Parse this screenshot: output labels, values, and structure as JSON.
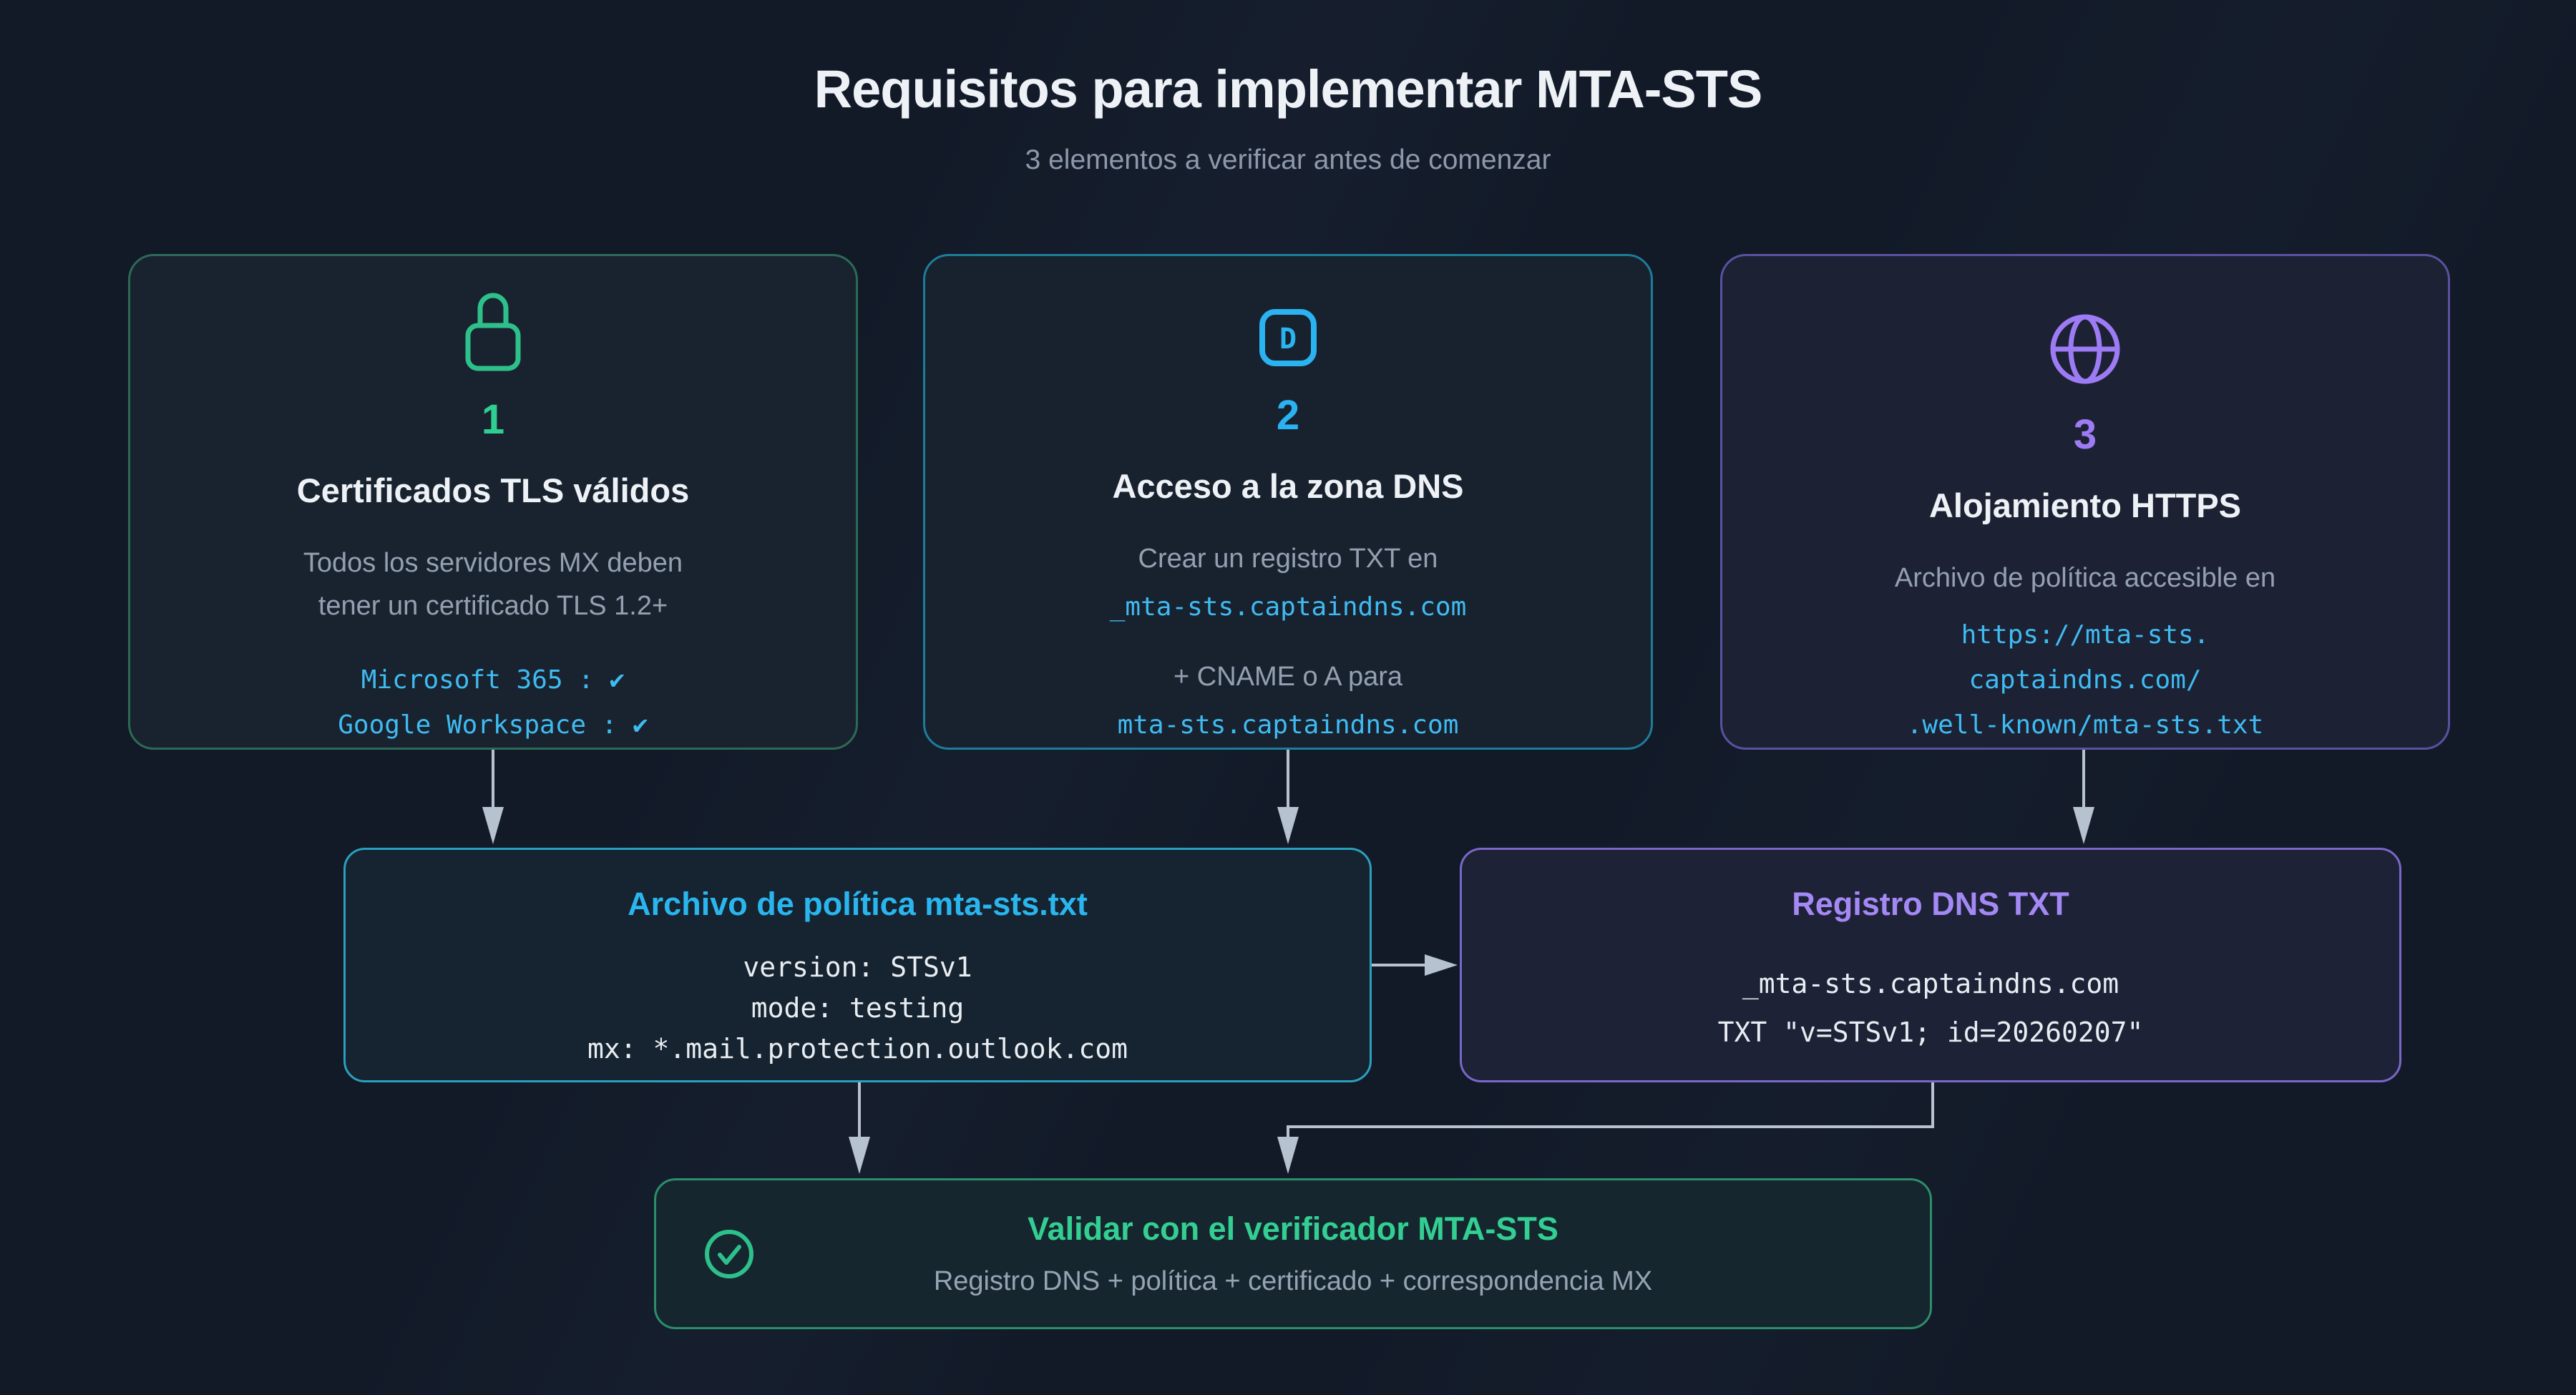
{
  "page": {
    "title": "Requisitos para implementar MTA-STS",
    "subtitle": "3 elementos a verificar antes de comenzar"
  },
  "colors": {
    "background": "#121a28",
    "green": "#2ec08b",
    "cyan": "#2ab3f0",
    "cyan_link": "#3fbbf2",
    "purple": "#9d7bf5",
    "text_white": "#eef2f6",
    "text_gray": "#94a0b2",
    "arrow_gray": "#b6c2d0"
  },
  "cards": [
    {
      "icon": "lock-icon",
      "number": "1",
      "title": "Certificados TLS válidos",
      "body_line1": "Todos los servidores MX deben",
      "body_line2": "tener un certificado TLS 1.2+",
      "mono_line1": "Microsoft 365 : ✔",
      "mono_line2": "Google Workspace : ✔"
    },
    {
      "icon": "dns-icon",
      "icon_letter": "D",
      "number": "2",
      "title": "Acceso a la zona DNS",
      "body_line1": "Crear un registro TXT en",
      "mono_line1": "_mta-sts.captaindns.com",
      "body_line2": "+ CNAME o A para",
      "mono_line2": "mta-sts.captaindns.com"
    },
    {
      "icon": "globe-icon",
      "number": "3",
      "title": "Alojamiento HTTPS",
      "body_line1": "Archivo de política accesible en",
      "mono_line1": "https://mta-sts.",
      "mono_line2": "captaindns.com/",
      "mono_line3": ".well-known/mta-sts.txt"
    }
  ],
  "policy_box": {
    "title": "Archivo de política mta-sts.txt",
    "lines": [
      "version: STSv1",
      "mode: testing",
      "mx: *.mail.protection.outlook.com"
    ]
  },
  "dns_box": {
    "title": "Registro DNS TXT",
    "lines": [
      "_mta-sts.captaindns.com",
      "TXT \"v=STSv1; id=20260207\""
    ]
  },
  "validate_box": {
    "icon": "check-circle-icon",
    "title": "Validar con el verificador MTA-STS",
    "subtitle": "Registro DNS + política + certificado + correspondencia MX"
  }
}
